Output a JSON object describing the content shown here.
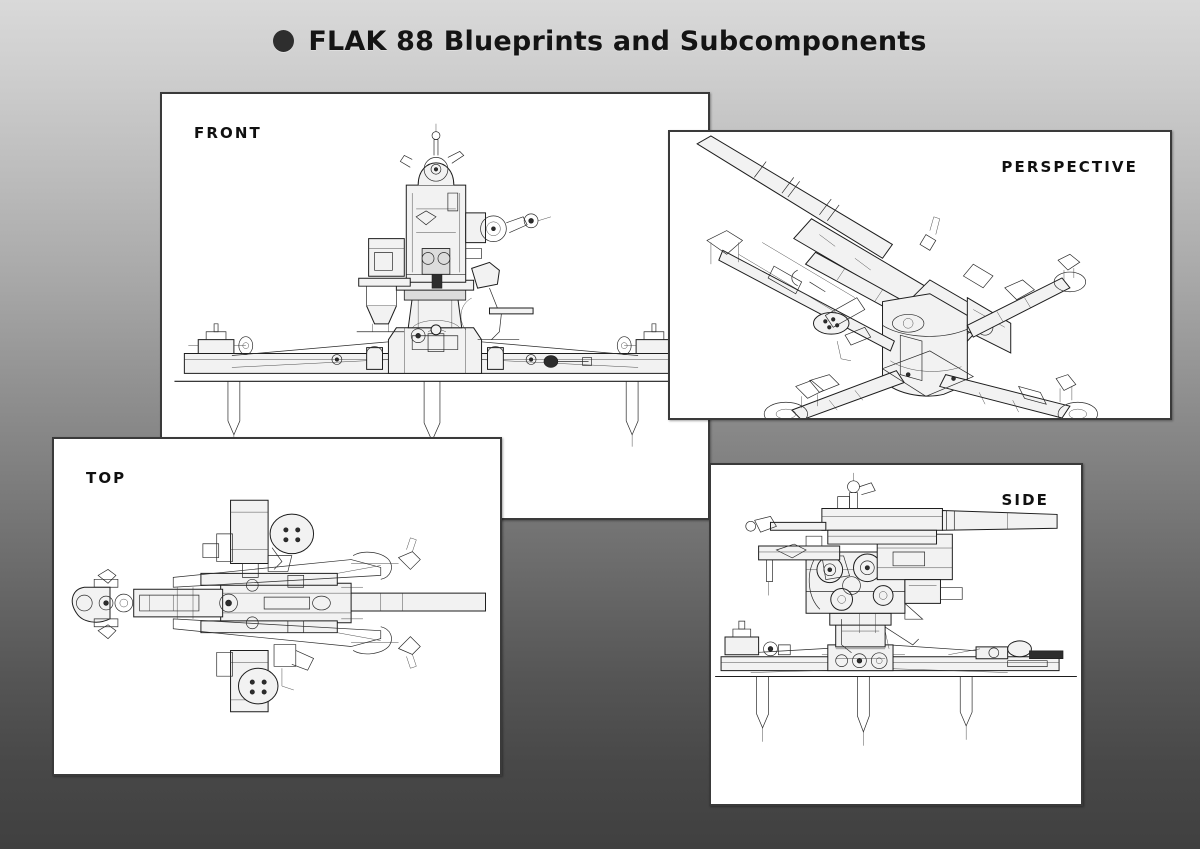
{
  "page": {
    "title": "FLAK 88 Blueprints and Subcomponents",
    "bullet_icon": "filled-circle-bullet",
    "background_top_color": "#d9d9d9",
    "background_bottom_color": "#404040",
    "panel_background_color": "#ffffff",
    "panel_border_color": "#3a3a3a",
    "ink_color": "#1d1d1d"
  },
  "panels": [
    {
      "id": "front",
      "label": "FRONT",
      "label_align": "left",
      "subject": "flak-88-front-elevation-blueprint",
      "description": "Front elevation line drawing of the 8.8 cm FLAK 88 anti-aircraft gun showing the cruciform outrigger platform, three ground spades, central pedestal, gun cradle, sighting gear and crew seat."
    },
    {
      "id": "perspective",
      "label": "PERSPECTIVE",
      "label_align": "right",
      "subject": "flak-88-perspective-blueprint",
      "description": "Three-quarter perspective line drawing of the FLAK 88 emplaced on its cruciform carriage with the barrel elevated toward the upper left."
    },
    {
      "id": "top",
      "label": "TOP",
      "label_align": "left",
      "subject": "flak-88-plan-view-blueprint",
      "description": "Plan (top) view line drawing of the FLAK 88 with symmetric outriggers, recuperator cylinders and the barrel extending to the right."
    },
    {
      "id": "side",
      "label": "SIDE",
      "label_align": "right",
      "subject": "flak-88-side-elevation-blueprint",
      "description": "Side elevation line drawing of the FLAK 88 showing the barrel, recoil cylinders, breech, elevation gearing, pedestal and the outrigger beam with ground spades."
    }
  ]
}
